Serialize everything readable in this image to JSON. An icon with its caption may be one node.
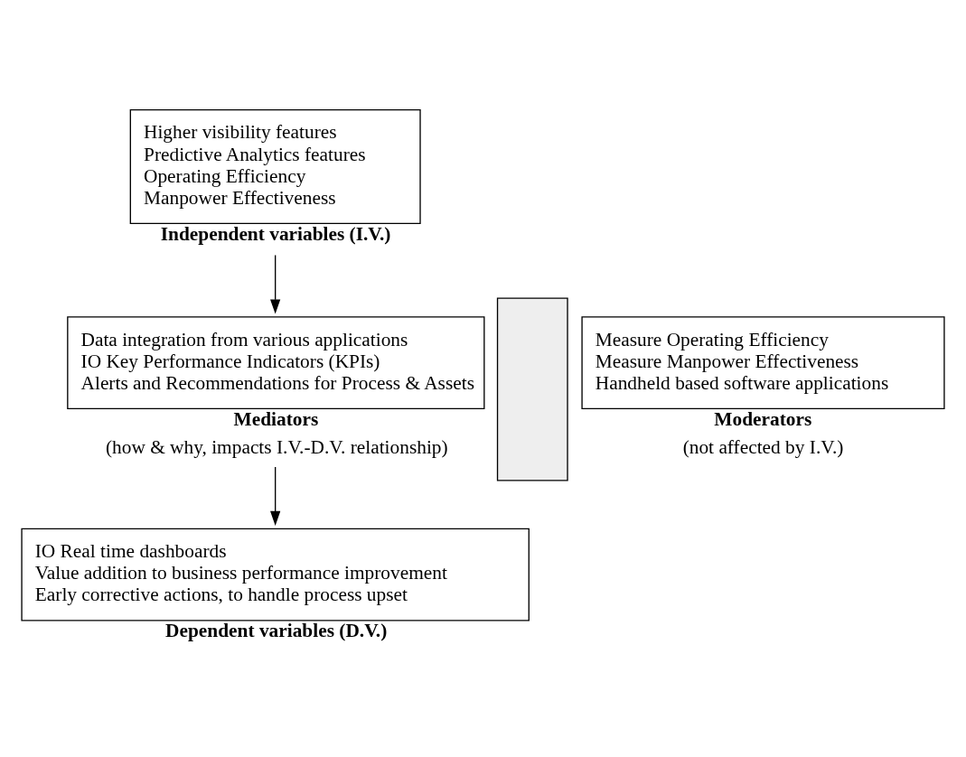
{
  "diagram": {
    "nodes": [
      {
        "text": [
          "Higher visibility features",
          "Predictive Analytics features",
          "Operating Efficiency",
          "Manpower Effectiveness",
          "Independent variables (I.V.)"
        ]
      },
      {
        "text": [
          "Data integration from various applications",
          "IO Key Performance Indicators (KPIs)",
          "Alerts and Recommendations for Process & Assets",
          "Mediators"
        ],
        "beside": [
          "(how & why, impacts I.V.-D.V. relationship)"
        ]
      },
      {
        "text": [],
        "shape": "bar"
      },
      {
        "text": [
          "Measure Operating Efficiency",
          "Measure Manpower Effectiveness",
          "Handheld based software applications",
          "Moderators"
        ],
        "beside": [
          "(not affected by I.V.)"
        ]
      },
      {
        "text": [
          "IO Real time dashboards",
          "Value addition to business performance improvement",
          "Early corrective actions, to handle process upset",
          "Dependent variables (D.V.)"
        ]
      }
    ],
    "edges": [
      {
        "from": 0,
        "to": 1,
        "arrow": "to"
      },
      {
        "from": 1,
        "to": 4,
        "arrow": "to"
      }
    ]
  }
}
